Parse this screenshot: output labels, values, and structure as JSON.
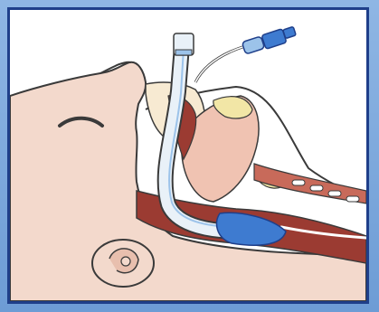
{
  "figure": {
    "alt": "",
    "colors": {
      "frame": "#6f9fd6",
      "border": "#1f3f8a",
      "skin": "#f3d9cc",
      "skin_shadow": "#e8bfae",
      "outline": "#3a3a3a",
      "tissue": "#9b3b32",
      "tissue_light": "#c86a5a",
      "bone_yellow": "#f2e6a6",
      "tube_white": "#e9f1f8",
      "tube_blue": "#3e7bd0",
      "connector_blue": "#9cc3ea"
    },
    "parts": [
      "head-profile",
      "ear",
      "eye",
      "nose",
      "endotracheal-tube",
      "pilot-balloon-line",
      "connector",
      "cuff",
      "trachea",
      "esophagus",
      "tongue",
      "vertebrae"
    ]
  }
}
